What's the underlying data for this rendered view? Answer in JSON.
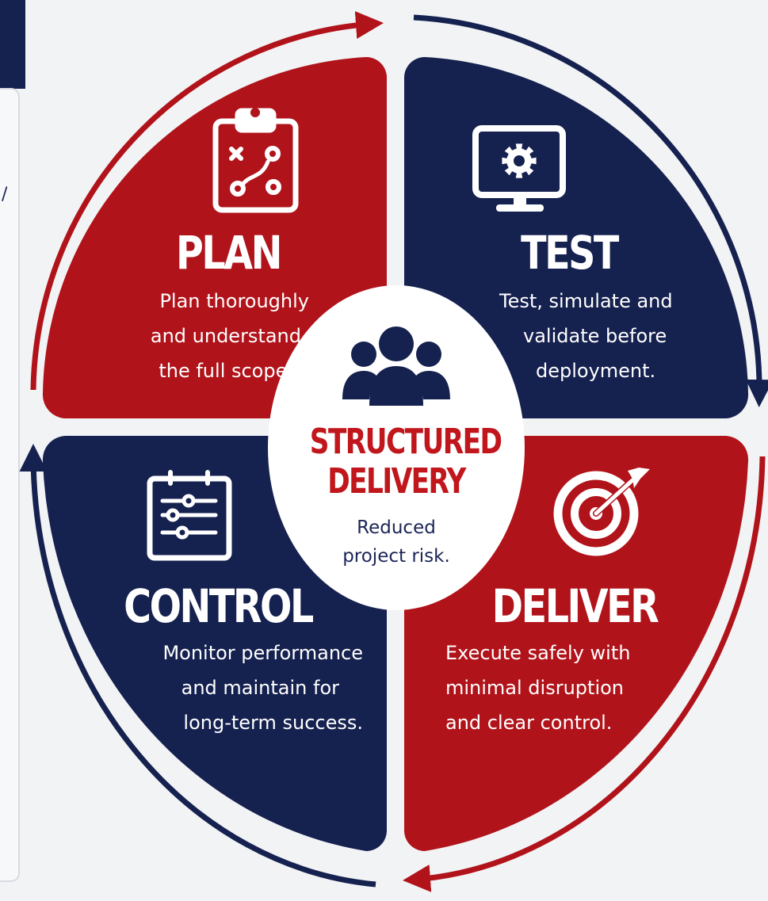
{
  "colors": {
    "red": "#b1131a",
    "red_light": "#c41a22",
    "navy": "#15214f",
    "navy_light": "#1c2a60",
    "white": "#ffffff",
    "background": "#f2f3f5"
  },
  "quadrants": {
    "plan": {
      "title": "PLAN",
      "desc": [
        "Plan thoroughly",
        "and understand",
        "the full scope."
      ],
      "icon": "clipboard-strategy-icon",
      "color": "red"
    },
    "test": {
      "title": "TEST",
      "desc": [
        "Test, simulate and",
        "validate before",
        "deployment."
      ],
      "icon": "monitor-gear-icon",
      "color": "navy"
    },
    "control": {
      "title": "CONTROL",
      "desc": [
        "Monitor performance",
        "and maintain for",
        "long-term success."
      ],
      "icon": "clipboard-sliders-icon",
      "color": "navy"
    },
    "deliver": {
      "title": "DELIVER",
      "desc": [
        "Execute safely with",
        "minimal disruption",
        "and clear control."
      ],
      "icon": "target-arrow-icon",
      "color": "red"
    }
  },
  "center": {
    "title_line1": "STRUCTURED",
    "title_line2": "DELIVERY",
    "sub_line1": "Reduced",
    "sub_line2": "project risk.",
    "icon": "team-icon"
  },
  "cycle_arrows": [
    "red",
    "navy",
    "red",
    "navy"
  ]
}
